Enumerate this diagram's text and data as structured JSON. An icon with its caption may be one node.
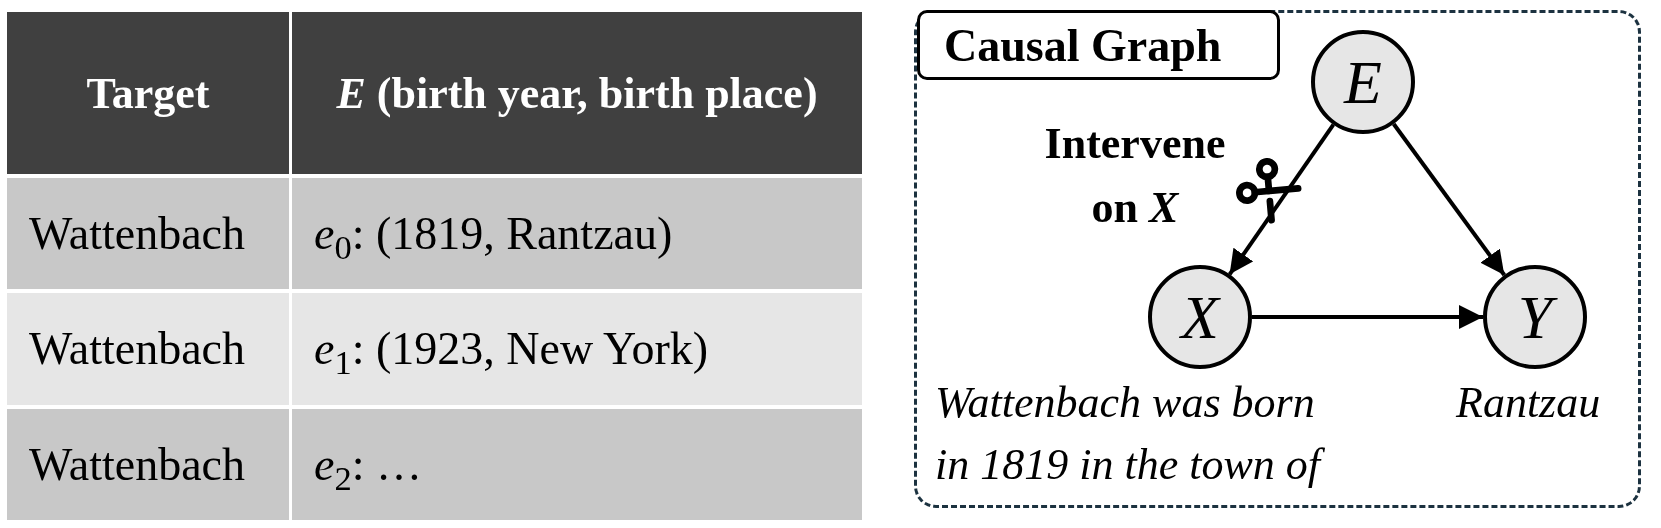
{
  "diagram": {
    "nodes": [
      {
        "text": [],
        "shape": "box"
      },
      {
        "text": [
          "Causal Graph"
        ],
        "in": 0
      },
      {
        "text": [
          "E"
        ],
        "in": 0
      },
      {
        "text": [
          "X"
        ],
        "in": 0,
        "beside": [
          "Wattenbach was born in 1819 in the town of"
        ]
      },
      {
        "text": [
          "Y"
        ],
        "in": 0,
        "beside": [
          "Rantzau"
        ]
      }
    ],
    "edges": [
      {
        "from": 2,
        "to": 3,
        "arrow": "to"
      },
      {
        "from": 2,
        "to": 4,
        "arrow": "to"
      },
      {
        "from": 3,
        "to": 4,
        "arrow": "to"
      }
    ],
    "labels": [
      "Target",
      "*E* (birth year, birth place)",
      "Wattenbach",
      "*e*$_{0}$: (1819, Rantzau)",
      "Wattenbach",
      "*e*$_{1}$: (1923, New York)",
      "Wattenbach",
      "*e*$_{2}$: …",
      "Intervene on *X*"
    ]
  }
}
